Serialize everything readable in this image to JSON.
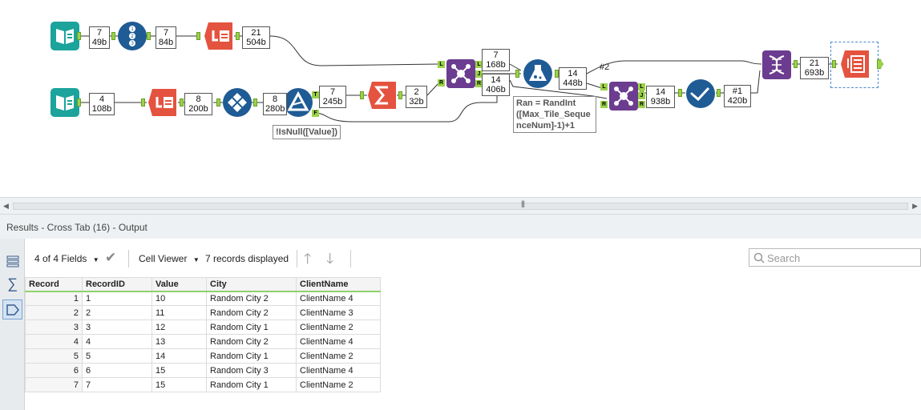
{
  "canvas": {
    "badges": [
      {
        "id": "b1",
        "count": "7",
        "size": "49b"
      },
      {
        "id": "b2",
        "count": "7",
        "size": "84b"
      },
      {
        "id": "b3",
        "count": "21",
        "size": "504b"
      },
      {
        "id": "b4",
        "count": "4",
        "size": "108b"
      },
      {
        "id": "b5",
        "count": "8",
        "size": "200b"
      },
      {
        "id": "b6",
        "count": "8",
        "size": "280b"
      },
      {
        "id": "b7",
        "count": "7",
        "size": "245b"
      },
      {
        "id": "b8",
        "count": "2",
        "size": "32b"
      },
      {
        "id": "b9",
        "count": "7",
        "size": "168b"
      },
      {
        "id": "b10",
        "count": "14",
        "size": "406b"
      },
      {
        "id": "b11",
        "count": "14",
        "size": "448b"
      },
      {
        "id": "b12",
        "count": "14",
        "size": "938b"
      },
      {
        "id": "b13",
        "count": "#1",
        "size": "420b"
      },
      {
        "id": "b14",
        "count": "21",
        "size": "693b"
      }
    ],
    "filter_annotation": "!IsNull([Value])",
    "formula_annotation": [
      "Ran = RandInt",
      "([Max_Tile_Seque",
      "nceNum]-1)+1"
    ],
    "wire_label": "#2",
    "anchor_letters": {
      "L": "L",
      "R": "R",
      "J": "J",
      "T": "T",
      "F": "F"
    }
  },
  "results": {
    "title": "Results - Cross Tab (16) - Output",
    "fields_label": "4 of 4 Fields",
    "viewer_label": "Cell Viewer",
    "records_label": "7 records displayed",
    "search_placeholder": "Search",
    "columns": [
      "Record",
      "RecordID",
      "Value",
      "City",
      "ClientName"
    ],
    "rows": [
      [
        "1",
        "1",
        "10",
        "Random City 2",
        "ClientName 4"
      ],
      [
        "2",
        "2",
        "11",
        "Random City 2",
        "ClientName 3"
      ],
      [
        "3",
        "3",
        "12",
        "Random City 1",
        "ClientName 2"
      ],
      [
        "4",
        "4",
        "13",
        "Random City 2",
        "ClientName 4"
      ],
      [
        "5",
        "5",
        "14",
        "Random City 1",
        "ClientName 2"
      ],
      [
        "6",
        "6",
        "15",
        "Random City 3",
        "ClientName 4"
      ],
      [
        "7",
        "7",
        "15",
        "Random City 1",
        "ClientName 2"
      ]
    ]
  },
  "icons": {
    "input": "book-icon",
    "record_id": "numbered-list-icon",
    "select": "select-icon",
    "join": "join-icon",
    "formula": "flask-icon",
    "filter": "filter-triangle-icon",
    "summarize": "sigma-icon",
    "sample": "diamond-grid-icon",
    "check": "check-circle-icon",
    "dna": "dna-icon",
    "crosstab": "crosstab-icon"
  },
  "colors": {
    "input": "#1ba39c",
    "record_id": "#1f5b94",
    "select": "#e4533f",
    "join": "#6b3c8f",
    "formula": "#1f5b94",
    "filter": "#1f5b94",
    "summarize": "#e4533f",
    "dna": "#6b3c8f",
    "crosstab": "#e4533f",
    "anchor": "#9bd24a"
  }
}
